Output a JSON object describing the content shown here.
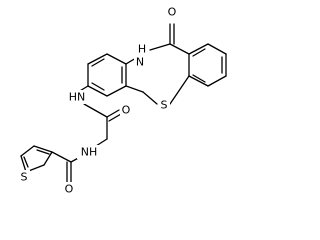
{
  "atoms": {
    "o_ketone": "O",
    "nh_ring": "H",
    "n_ring": "N",
    "s_ring": "S",
    "nh_amide1": "HN",
    "o_amide1": "O",
    "nh_amide2": "NH",
    "o_amide2": "O",
    "s_thiophene": "S"
  },
  "colors": {
    "bond": "#000000",
    "background": "#ffffff"
  }
}
